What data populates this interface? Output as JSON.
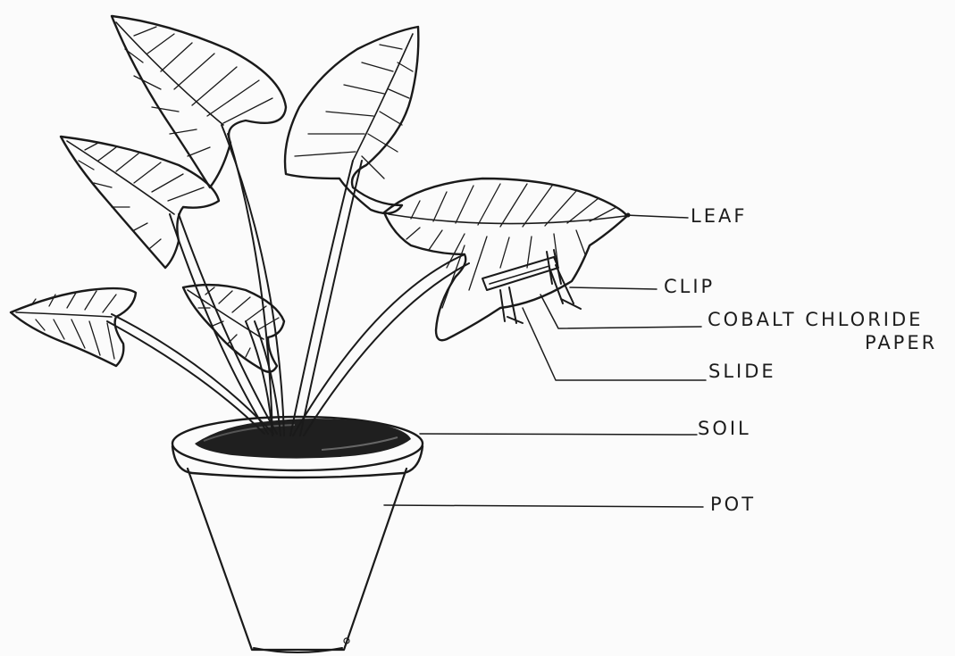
{
  "diagram": {
    "labels": {
      "leaf": "LEAF",
      "clip": "CLIP",
      "cobalt_line1": "COBALT CHLORIDE",
      "cobalt_line2": "PAPER",
      "slide": "SLIDE",
      "soil": "SOIL",
      "pot": "POT"
    }
  }
}
